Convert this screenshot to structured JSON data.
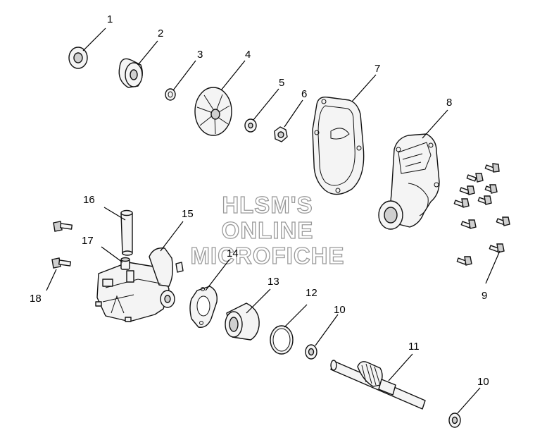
{
  "watermark": {
    "line1": "HLSM'S",
    "line2": "ONLINE",
    "line3": "MICROFICHE"
  },
  "callouts": [
    {
      "id": "c1",
      "label": "1"
    },
    {
      "id": "c2",
      "label": "2"
    },
    {
      "id": "c3",
      "label": "3"
    },
    {
      "id": "c4",
      "label": "4"
    },
    {
      "id": "c5",
      "label": "5"
    },
    {
      "id": "c6",
      "label": "6"
    },
    {
      "id": "c7",
      "label": "7"
    },
    {
      "id": "c8",
      "label": "8"
    },
    {
      "id": "c9",
      "label": "9"
    },
    {
      "id": "c10a",
      "label": "10"
    },
    {
      "id": "c10b",
      "label": "10"
    },
    {
      "id": "c11",
      "label": "11"
    },
    {
      "id": "c12",
      "label": "12"
    },
    {
      "id": "c13",
      "label": "13"
    },
    {
      "id": "c14",
      "label": "14"
    },
    {
      "id": "c15",
      "label": "15"
    },
    {
      "id": "c16",
      "label": "16"
    },
    {
      "id": "c17",
      "label": "17"
    },
    {
      "id": "c18",
      "label": "18"
    }
  ]
}
